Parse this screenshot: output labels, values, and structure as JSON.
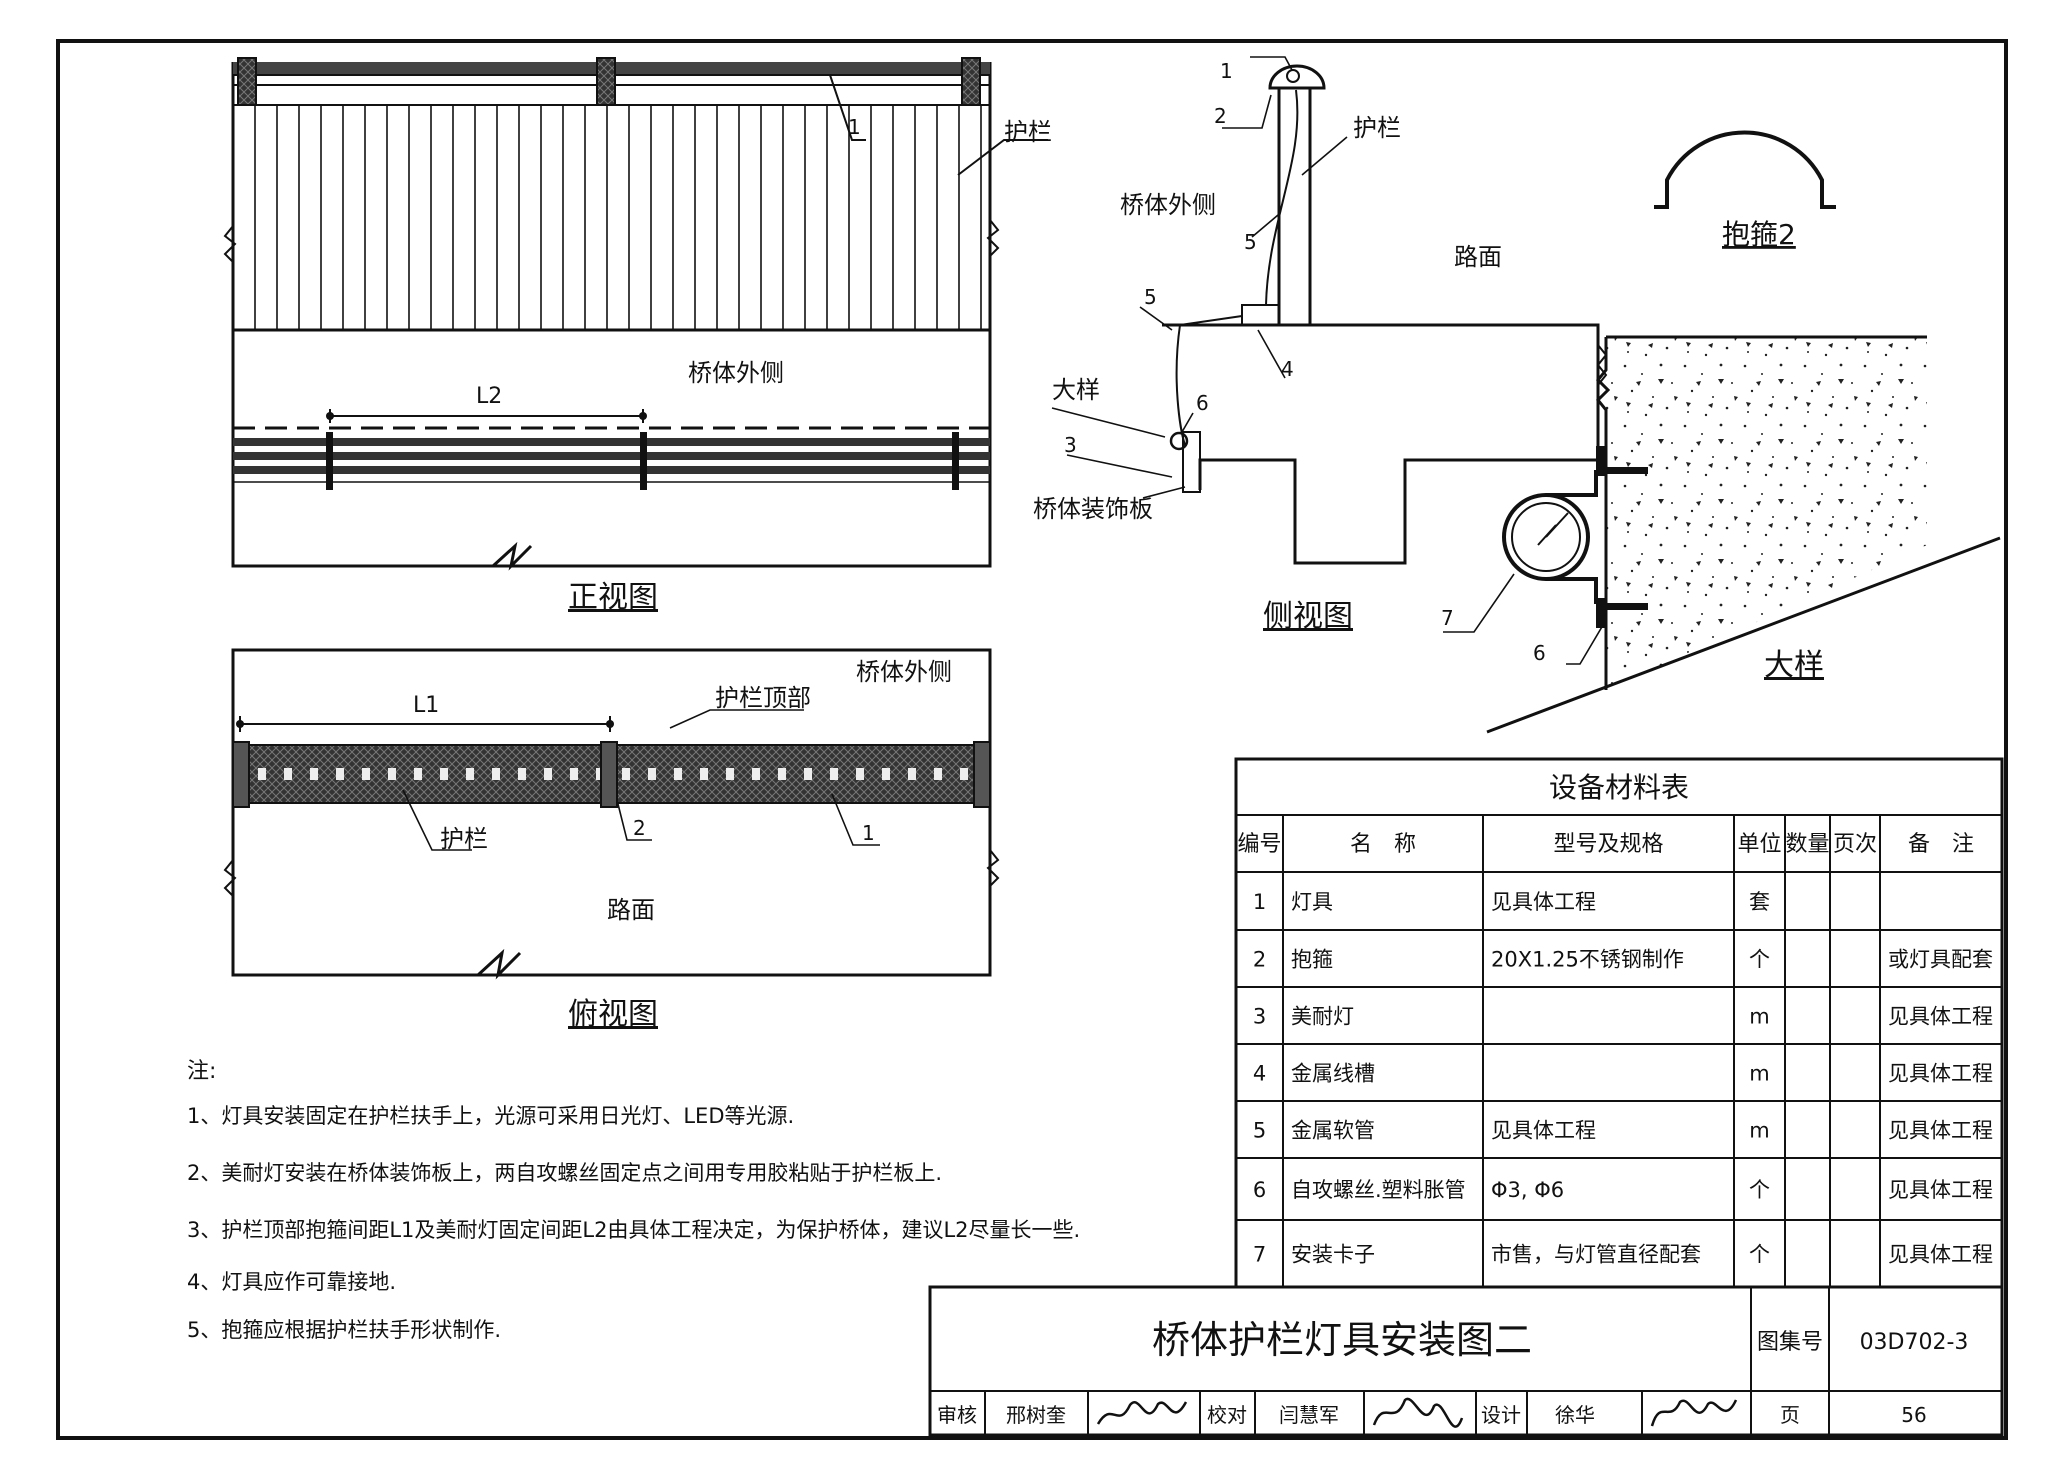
{
  "front_view": {
    "label_railing": "护栏",
    "label_bridge_outer": "桥体外侧",
    "dim_l2": "L2",
    "callout_1": "1",
    "caption": "正视图"
  },
  "side_view": {
    "callout_1": "1",
    "callout_2": "2",
    "callout_3": "3",
    "callout_4": "4",
    "callout_5a": "5",
    "callout_5b": "5",
    "callout_6": "6",
    "label_railing": "护栏",
    "label_bridge_outer": "桥体外侧",
    "label_road": "路面",
    "label_detail": "大样",
    "label_deco_panel": "桥体装饰板",
    "caption": "侧视图"
  },
  "hoop_detail": {
    "caption": "抱箍2"
  },
  "large_detail": {
    "callout_6": "6",
    "callout_7": "7",
    "caption": "大样"
  },
  "top_view": {
    "label_bridge_outer": "桥体外侧",
    "dim_l1": "L1",
    "label_railing_top": "护栏顶部",
    "label_railing": "护栏",
    "callout_1": "1",
    "callout_2": "2",
    "label_road": "路面",
    "caption": "俯视图"
  },
  "notes": {
    "heading": "注:",
    "items": [
      "1、灯具安装固定在护栏扶手上，光源可采用日光灯、LED等光源.",
      "2、美耐灯安装在桥体装饰板上，两自攻螺丝固定点之间用专用胶粘贴于护栏板上.",
      "3、护栏顶部抱箍间距L1及美耐灯固定间距L2由具体工程决定，为保护桥体，建议L2尽量长一些.",
      "4、灯具应作可靠接地.",
      "5、抱箍应根据护栏扶手形状制作."
    ]
  },
  "materials_table": {
    "title": "设备材料表",
    "headers": [
      "编号",
      "名　称",
      "型号及规格",
      "单位",
      "数量",
      "页次",
      "备　注"
    ],
    "rows": [
      [
        "1",
        "灯具",
        "见具体工程",
        "套",
        "",
        "",
        ""
      ],
      [
        "2",
        "抱箍",
        "20X1.25不锈钢制作",
        "个",
        "",
        "",
        "或灯具配套"
      ],
      [
        "3",
        "美耐灯",
        "",
        "m",
        "",
        "",
        "见具体工程"
      ],
      [
        "4",
        "金属线槽",
        "",
        "m",
        "",
        "",
        "见具体工程"
      ],
      [
        "5",
        "金属软管",
        "见具体工程",
        "m",
        "",
        "",
        "见具体工程"
      ],
      [
        "6",
        "自攻螺丝.塑料胀管",
        "Φ3, Φ6",
        "个",
        "",
        "",
        "见具体工程"
      ],
      [
        "7",
        "安装卡子",
        "市售，与灯管直径配套",
        "个",
        "",
        "",
        "见具体工程"
      ]
    ]
  },
  "title_block": {
    "drawing_title": "桥体护栏灯具安装图二",
    "atlas_label": "图集号",
    "atlas_number": "03D702-3",
    "review_label": "审核",
    "review_name": "邢树奎",
    "check_label": "校对",
    "check_name": "闫慧军",
    "design_label": "设计",
    "design_name": "徐华",
    "page_label": "页",
    "page_number": "56"
  }
}
